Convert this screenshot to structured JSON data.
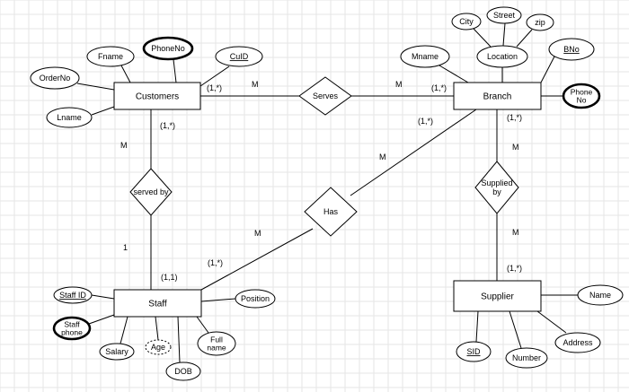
{
  "entities": [
    {
      "id": "customers",
      "label": "Customers"
    },
    {
      "id": "branch",
      "label": "Branch"
    },
    {
      "id": "staff",
      "label": "Staff"
    },
    {
      "id": "supplier",
      "label": "Supplier"
    }
  ],
  "relationships": [
    {
      "id": "serves",
      "label": [
        "Serves"
      ]
    },
    {
      "id": "served-by",
      "label": [
        "served by"
      ]
    },
    {
      "id": "has",
      "label": [
        "Has"
      ]
    },
    {
      "id": "supplied-by",
      "label": [
        "Supplied",
        "by"
      ]
    }
  ],
  "attributes": [
    {
      "id": "fname",
      "label": [
        "Fname"
      ],
      "key": false,
      "multivalued": false,
      "derived": false
    },
    {
      "id": "phoneno",
      "label": [
        "PhoneNo"
      ],
      "key": false,
      "multivalued": true,
      "derived": false
    },
    {
      "id": "cuid",
      "label": [
        "CuID"
      ],
      "key": true,
      "multivalued": false,
      "derived": false
    },
    {
      "id": "orderno",
      "label": [
        "OrderNo"
      ],
      "key": false,
      "multivalued": false,
      "derived": false
    },
    {
      "id": "lname",
      "label": [
        "Lname"
      ],
      "key": false,
      "multivalued": false,
      "derived": false
    },
    {
      "id": "city",
      "label": [
        "City"
      ],
      "key": false,
      "multivalued": false,
      "derived": false
    },
    {
      "id": "street",
      "label": [
        "Street"
      ],
      "key": false,
      "multivalued": false,
      "derived": false
    },
    {
      "id": "zip",
      "label": [
        "zip"
      ],
      "key": false,
      "multivalued": false,
      "derived": false
    },
    {
      "id": "mname",
      "label": [
        "Mname"
      ],
      "key": false,
      "multivalued": false,
      "derived": false
    },
    {
      "id": "location",
      "label": [
        "Location"
      ],
      "key": false,
      "multivalued": false,
      "derived": false
    },
    {
      "id": "bno",
      "label": [
        "BNo"
      ],
      "key": true,
      "multivalued": false,
      "derived": false
    },
    {
      "id": "branch-phone",
      "label": [
        "Phone",
        "No"
      ],
      "key": false,
      "multivalued": true,
      "derived": false
    },
    {
      "id": "staff-id",
      "label": [
        "Staff ID"
      ],
      "key": true,
      "multivalued": false,
      "derived": false
    },
    {
      "id": "staff-phone",
      "label": [
        "Staff",
        "phone"
      ],
      "key": false,
      "multivalued": true,
      "derived": false
    },
    {
      "id": "salary",
      "label": [
        "Salary"
      ],
      "key": false,
      "multivalued": false,
      "derived": false
    },
    {
      "id": "age",
      "label": [
        "Age"
      ],
      "key": false,
      "multivalued": false,
      "derived": true
    },
    {
      "id": "dob",
      "label": [
        "DOB"
      ],
      "key": false,
      "multivalued": false,
      "derived": false
    },
    {
      "id": "full-name",
      "label": [
        "Full",
        "name"
      ],
      "key": false,
      "multivalued": false,
      "derived": false
    },
    {
      "id": "position",
      "label": [
        "Position"
      ],
      "key": false,
      "multivalued": false,
      "derived": false
    },
    {
      "id": "name",
      "label": [
        "Name"
      ],
      "key": false,
      "multivalued": false,
      "derived": false
    },
    {
      "id": "address",
      "label": [
        "Address"
      ],
      "key": false,
      "multivalued": false,
      "derived": false
    },
    {
      "id": "number",
      "label": [
        "Number"
      ],
      "key": false,
      "multivalued": false,
      "derived": false
    },
    {
      "id": "sid",
      "label": [
        "SID"
      ],
      "key": true,
      "multivalued": false,
      "derived": false
    }
  ],
  "cardinality_labels": [
    {
      "id": "c1",
      "text": "(1,*)"
    },
    {
      "id": "c2",
      "text": "M"
    },
    {
      "id": "c3",
      "text": "M"
    },
    {
      "id": "c4",
      "text": "(1,*)"
    },
    {
      "id": "c5",
      "text": "(1,*)"
    },
    {
      "id": "c6",
      "text": "M"
    },
    {
      "id": "c7",
      "text": "1"
    },
    {
      "id": "c8",
      "text": "(1,1)"
    },
    {
      "id": "c9",
      "text": "(1,*)"
    },
    {
      "id": "c10",
      "text": "M"
    },
    {
      "id": "c11",
      "text": "(1,*)"
    },
    {
      "id": "c12",
      "text": "M"
    },
    {
      "id": "c13",
      "text": "(1,*)"
    },
    {
      "id": "c14",
      "text": "M"
    },
    {
      "id": "c15",
      "text": "M"
    },
    {
      "id": "c16",
      "text": "(1,*)"
    }
  ],
  "colors": {
    "background": "#ffffff",
    "grid": "#e6e6e6",
    "stroke": "#000000"
  }
}
